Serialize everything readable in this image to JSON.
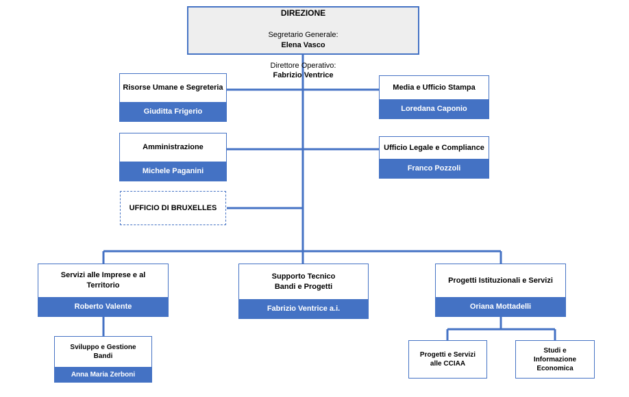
{
  "head": {
    "title": "DIREZIONE",
    "line1_label": "Segretario Generale:",
    "line1_name": "Elena Vasco",
    "line2_label": "Direttore Operativo:",
    "line2_name": "Fabrizio Ventrice"
  },
  "staff_left": [
    {
      "title": "Risorse Umane e Segreteria",
      "name": "Giuditta Frigerio"
    },
    {
      "title": "Amministrazione",
      "name": "Michele Paganini"
    },
    {
      "title": "UFFICIO DI BRUXELLES"
    }
  ],
  "staff_right": [
    {
      "title": "Media e Ufficio Stampa",
      "name": "Loredana Caponio"
    },
    {
      "title": "Ufficio Legale e Compliance",
      "name": "Franco Pozzoli"
    }
  ],
  "departments": [
    {
      "title": "Servizi alle Imprese e al Territorio",
      "name": "Roberto Valente"
    },
    {
      "title": "Supporto Tecnico\nBandi e Progetti",
      "name": "Fabrizio Ventrice a.i."
    },
    {
      "title": "Progetti Istituzionali e Servizi",
      "name": "Oriana Mottadelli"
    }
  ],
  "sub_units": [
    {
      "title": "Sviluppo e Gestione\nBandi",
      "name": "Anna Maria Zerboni"
    },
    {
      "title": "Progetti e Servizi\nalle CCIAA"
    },
    {
      "title": "Studi e\nInformazione\nEconomica"
    }
  ],
  "colors": {
    "accent": "#4472c4",
    "head_fill": "#eeeeee"
  }
}
